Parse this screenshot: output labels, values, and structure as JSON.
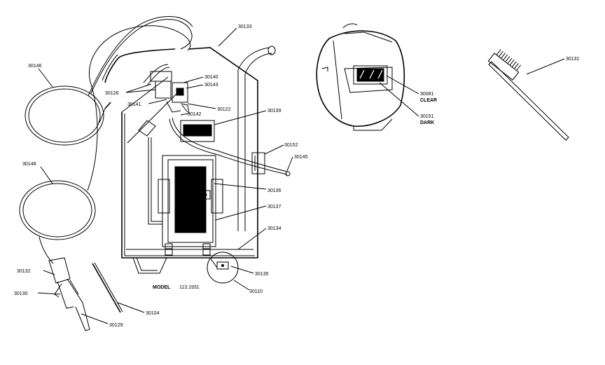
{
  "diagram": {
    "model_label": "MODEL",
    "model_number": "113.1931",
    "parts": {
      "p30133": "30133",
      "p30146": "30146",
      "p30126": "30126",
      "p30140": "30140",
      "p30143": "30143",
      "p30141": "30141",
      "p30142": "30142",
      "p30122": "30122",
      "p30139": "30139",
      "p30152": "30152",
      "p30145": "30145",
      "p30148": "30148",
      "p30136": "30136",
      "p30137": "30137",
      "p30134": "30134",
      "p30132": "30132",
      "p30135": "30135",
      "p30130": "30130",
      "p30110": "30110",
      "p30104": "30104",
      "p30129": "30129",
      "p30081": "30081",
      "p30081_note": "CLEAR",
      "p30151": "30151",
      "p30151_note": "DARK",
      "p30131": "30131"
    }
  }
}
